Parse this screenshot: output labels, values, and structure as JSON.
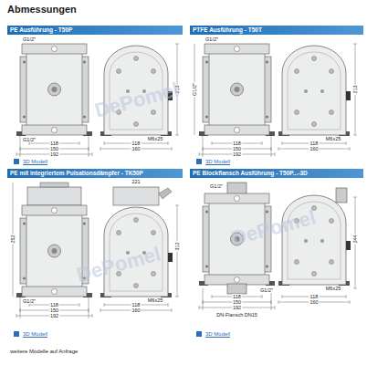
{
  "diagram": {
    "title": "Abmessungen",
    "nodes": [
      {
        "text": [
          "PE Ausführung - T50P"
        ]
      },
      {
        "text": [
          "PTFE Ausführung - T50T"
        ]
      },
      {
        "text": [
          "PE mit integriertem Pulsationsdämpfer - TK50P"
        ]
      },
      {
        "text": [
          "PE Blockflansch Ausführung - T50P...-3D"
        ]
      }
    ],
    "labels": [
      "G1/2\"",
      "G1/2\"",
      "118",
      "150",
      "192",
      "M6x25",
      "118",
      "160",
      "213",
      "3D Modell",
      "G1/2\"",
      "G1/2\"",
      "118",
      "150",
      "192",
      "M6x25",
      "118",
      "160",
      "213",
      "3D Modell",
      "221",
      "G1/2\"",
      "252",
      "118",
      "150",
      "192",
      "M6x25",
      "118",
      "160",
      "312",
      "3D Modell",
      "G1/2\"",
      "G1/2\"",
      "DN-Flansch DN15",
      "118",
      "150",
      "192",
      "M6x25",
      "118",
      "160",
      "244",
      "3D Modell",
      "weitere Modelle auf Anfrage",
      "DePomel",
      "DePomel",
      "DePomel"
    ]
  }
}
